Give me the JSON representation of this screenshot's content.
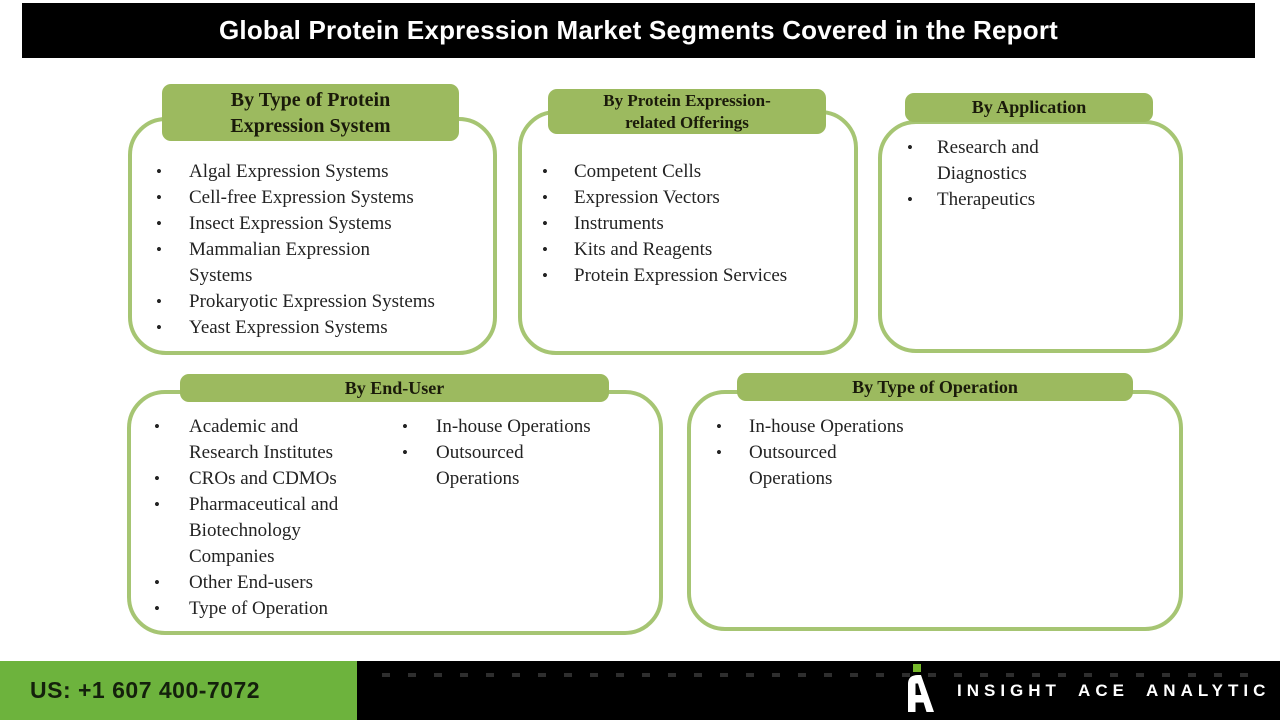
{
  "title": "Global Protein Expression Market Segments Covered in the Report",
  "colors": {
    "header-green": "#9cba5f",
    "border-green": "#a6c573",
    "footer-green": "#6db33d",
    "logo-green": "#76b82a",
    "bar-black": "#000000",
    "list-text": "#232323",
    "header-text": "#1a1a0a"
  },
  "boxes": [
    {
      "header": "By Type of Protein Expression System",
      "items": [
        "Algal Expression Systems",
        "Cell-free Expression Systems",
        "Insect Expression Systems",
        "Mammalian Expression Systems",
        "Prokaryotic Expression Systems",
        "Yeast Expression Systems"
      ]
    },
    {
      "header": "By Protein Expression-related Offerings",
      "items": [
        "Competent Cells",
        "Expression Vectors",
        "Instruments",
        "Kits and Reagents",
        "Protein Expression Services"
      ]
    },
    {
      "header": "By Application",
      "items": [
        "Research and Diagnostics",
        "Therapeutics"
      ]
    },
    {
      "header": "By End-User",
      "items_col1": [
        "Academic and Research Institutes",
        "CROs and CDMOs",
        "Pharmaceutical and Biotechnology Companies",
        "Other End-users",
        "Type of Operation"
      ],
      "items_col2": [
        "In-house Operations",
        "Outsourced Operations"
      ]
    },
    {
      "header": "By Type of Operation",
      "items": [
        "In-house Operations",
        "Outsourced Operations"
      ]
    }
  ],
  "footer": {
    "phone": "US: +1 607 400-7072",
    "brand": "INSIGHT ACE ANALYTIC",
    "logo_icon": "insight-ace-a-mark"
  }
}
